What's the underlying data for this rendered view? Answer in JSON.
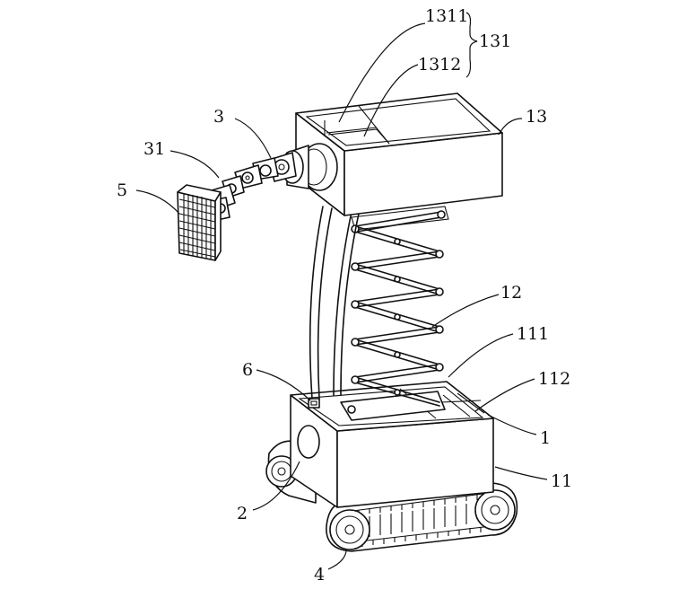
{
  "labels": {
    "l1311": "1311",
    "l1312": "1312",
    "l131": "131",
    "l13": "13",
    "l3": "3",
    "l31": "31",
    "l5": "5",
    "l12": "12",
    "l111": "111",
    "l6": "6",
    "l112": "112",
    "l1": "1",
    "l11": "11",
    "l2": "2",
    "l4": "4"
  }
}
